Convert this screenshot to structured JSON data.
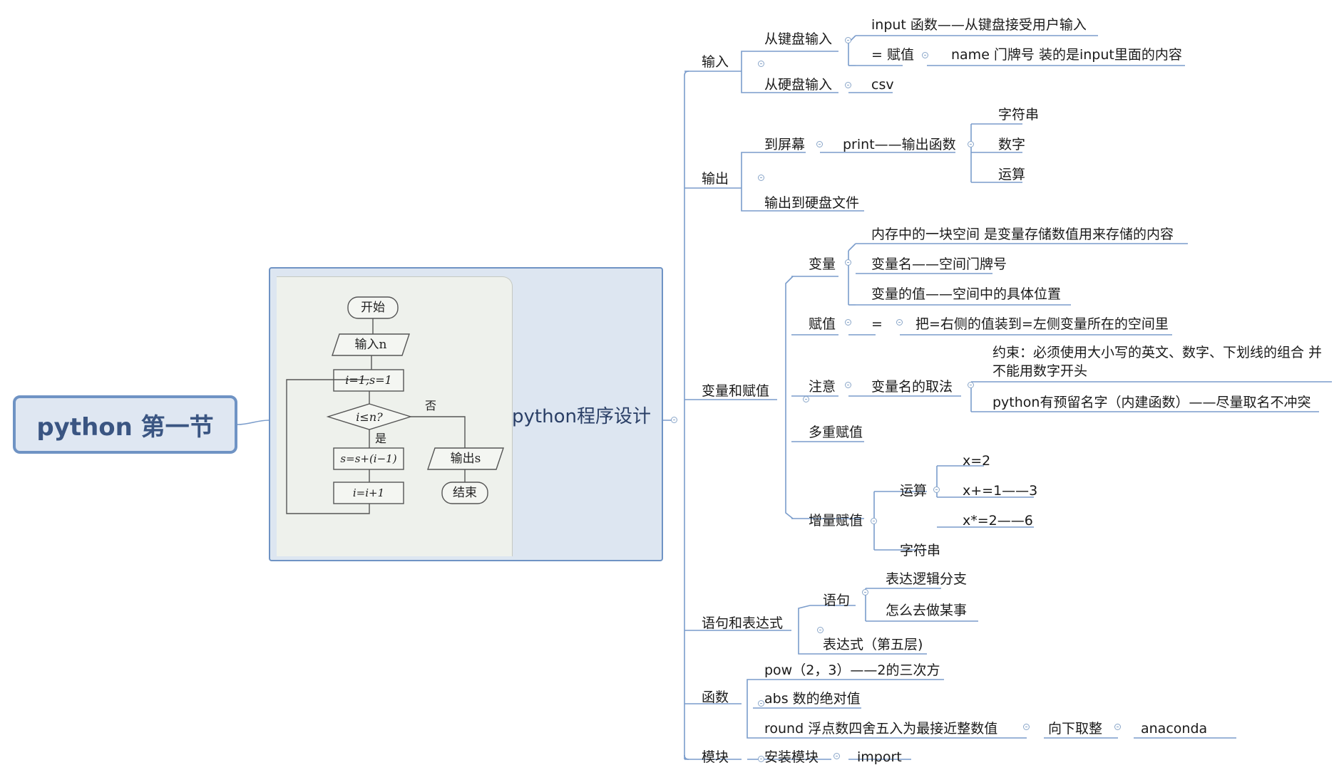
{
  "root": {
    "label": "python 第一节"
  },
  "main": {
    "label": "python程序设计"
  },
  "flowchart": {
    "start": "开始",
    "input": "输入n",
    "init": "i=1,s=1",
    "condition": "i≤n?",
    "no": "否",
    "yes": "是",
    "update_s": "s=s+(i−1)",
    "update_i": "i=i+1",
    "output": "输出s",
    "end": "结束"
  },
  "topics": {
    "input": {
      "label": "输入",
      "keyboard": {
        "label": "从键盘输入",
        "func": "input 函数——从键盘接受用户输入",
        "assign": "= 赋值",
        "name": "name 门牌号 装的是input里面的内容"
      },
      "disk": {
        "label": "从硬盘输入",
        "csv": "csv"
      }
    },
    "output": {
      "label": "输出",
      "screen": {
        "label": "到屏幕",
        "print": "print——输出函数",
        "items": [
          "字符串",
          "数字",
          "运算"
        ]
      },
      "disk": {
        "label": "输出到硬盘文件"
      }
    },
    "variables": {
      "label": "变量和赋值",
      "variable": {
        "label": "变量",
        "items": [
          "内存中的一块空间 是变量存储数值用来存储的内容",
          "变量名——空间门牌号",
          "变量的值——空间中的具体位置"
        ]
      },
      "assign": {
        "label": "赋值",
        "eq": "=",
        "desc": "把=右侧的值装到=左侧变量所在的空间里"
      },
      "note": {
        "label": "注意",
        "naming": "变量名的取法",
        "rule_line1": "约束：必须使用大小写的英文、数字、下划线的组合 并",
        "rule_line2": "不能用数字开头",
        "reserved": "python有预留名字（内建函数）——尽量取名不冲突"
      },
      "multi": {
        "label": "多重赋值"
      },
      "increment": {
        "label": "增量赋值",
        "ops": {
          "label": "运算",
          "items": [
            "x=2",
            "x+=1——3",
            "x*=2——6"
          ]
        },
        "string": "字符串"
      }
    },
    "statements": {
      "label": "语句和表达式",
      "statement": {
        "label": "语句",
        "items": [
          "表达逻辑分支",
          "怎么去做某事"
        ]
      },
      "expression": "表达式（第五层)"
    },
    "functions": {
      "label": "函数",
      "pow": "pow（2，3）——2的三次方",
      "abs": "abs 数的绝对值",
      "round": "round 浮点数四舍五入为最接近整数值",
      "floor": "向下取整",
      "anaconda": "anaconda"
    },
    "modules": {
      "label": "模块",
      "install": "安装模块",
      "import": "import"
    }
  },
  "colors": {
    "line": "#6f93c4",
    "rootFill": "#dfe7f2",
    "rootText": "#3a5582"
  }
}
